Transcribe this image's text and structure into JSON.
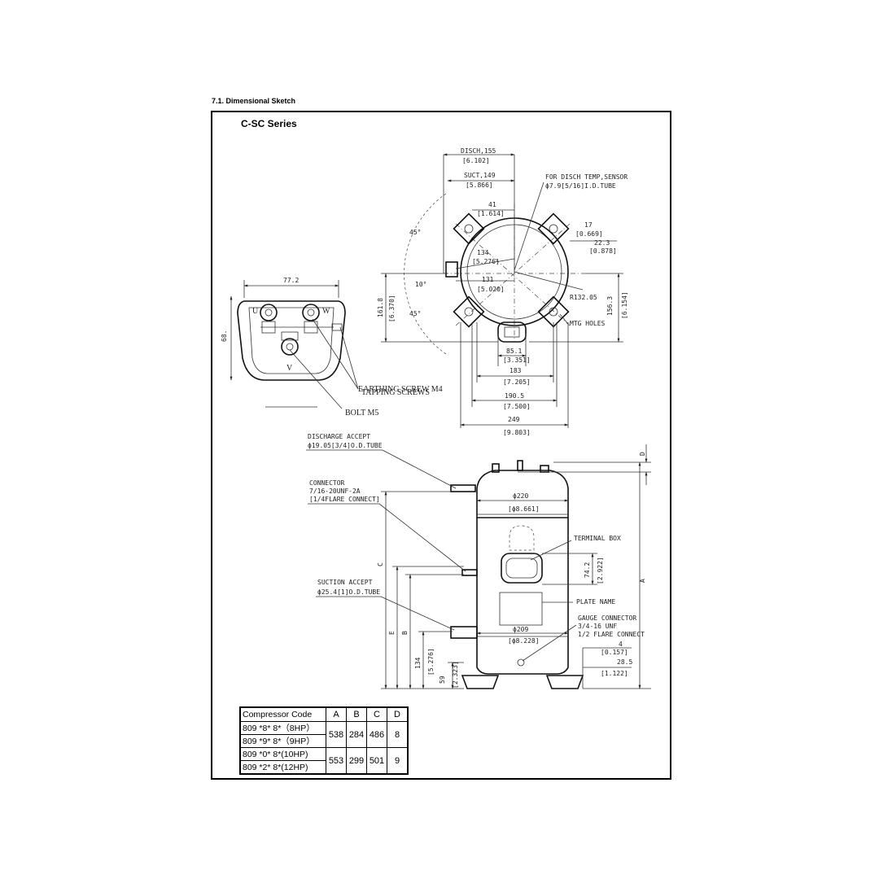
{
  "section_heading": "7.1. Dimensional Sketch",
  "series_title": "C-SC  Series",
  "top_view": {
    "disch": "DISCH,155",
    "disch_in": "[6.102]",
    "suct": "SUCT,149",
    "suct_in": "[5.866]",
    "sensor_1": "FOR DISCH TEMP,SENSOR",
    "sensor_2": "ϕ7.9[5/16]I.D.TUBE",
    "d41": "41",
    "d41_in": "[1.614]",
    "d17": "17",
    "d17_in": "[0.669]",
    "d22": "22.3",
    "d22_in": "[0.878]",
    "a45_top": "45°",
    "a45_bot": "45°",
    "a10": "10°",
    "d134": "134",
    "d134_in": "[5.276]",
    "d131": "131",
    "d131_in": "[5.020]",
    "r132": "R132.05",
    "d161": "161.8",
    "d161_in": "[6.370]",
    "d156": "156.3",
    "d156_in": "[6.154]",
    "mtg": "MTG HOLES",
    "d85": "85.1",
    "d85_in": "[3.351]",
    "d183": "183",
    "d183_in": "[7.205]",
    "d190": "190.5",
    "d190_in": "[7.500]",
    "d249": "249",
    "d249_in": "[9.803]"
  },
  "terminal_view": {
    "width": "77.2",
    "height": "68.",
    "u": "U",
    "w": "W",
    "v": "V",
    "earthing": "EARTHING SCREW M4",
    "tapping": "TAPPING SCREWS",
    "bolt": "BOLT M5"
  },
  "side_view": {
    "discharge_1": "DISCHARGE ACCEPT",
    "discharge_2": "ϕ19.05[3/4]O.D.TUBE",
    "connector_1": "CONNECTOR",
    "connector_2": "7/16-20UNF-2A",
    "connector_3": "[1/4FLARE CONNECT]",
    "suction_1": "SUCTION ACCEPT",
    "suction_2": "ϕ25.4[1]O.D.TUBE",
    "dia220": "ϕ220",
    "dia220_in": "[ϕ8.661]",
    "dia209": "ϕ209",
    "dia209_in": "[ϕ8.228]",
    "terminal_box": "TERMINAL BOX",
    "d74": "74.2",
    "d74_in": "[2.922]",
    "plate_name": "PLATE NAME",
    "gauge_1": "GAUGE CONNECTOR",
    "gauge_2": "3/4-16 UNF",
    "gauge_3": "1/2 FLARE CONNECT",
    "d4": "4",
    "d4_in": "[0.157]",
    "d28": "28.5",
    "d28_in": "[1.122]",
    "d134": "134",
    "d134_in": "[5.276]",
    "d59": "59",
    "d59_in": "[2.323]",
    "lbl_a": "A",
    "lbl_b": "B",
    "lbl_c": "C",
    "lbl_d": "D",
    "lbl_e": "E"
  },
  "table": {
    "headers": [
      "Compressor Code",
      "A",
      "B",
      "C",
      "D"
    ],
    "groups": [
      {
        "codes": [
          "809 *8* 8*（8HP）",
          "809 *9* 8*（9HP）"
        ],
        "a": "538",
        "b": "284",
        "c": "486",
        "d": "8"
      },
      {
        "codes": [
          "809 *0* 8*(10HP)",
          "809 *2* 8*(12HP)"
        ],
        "a": "553",
        "b": "299",
        "c": "501",
        "d": "9"
      }
    ]
  }
}
